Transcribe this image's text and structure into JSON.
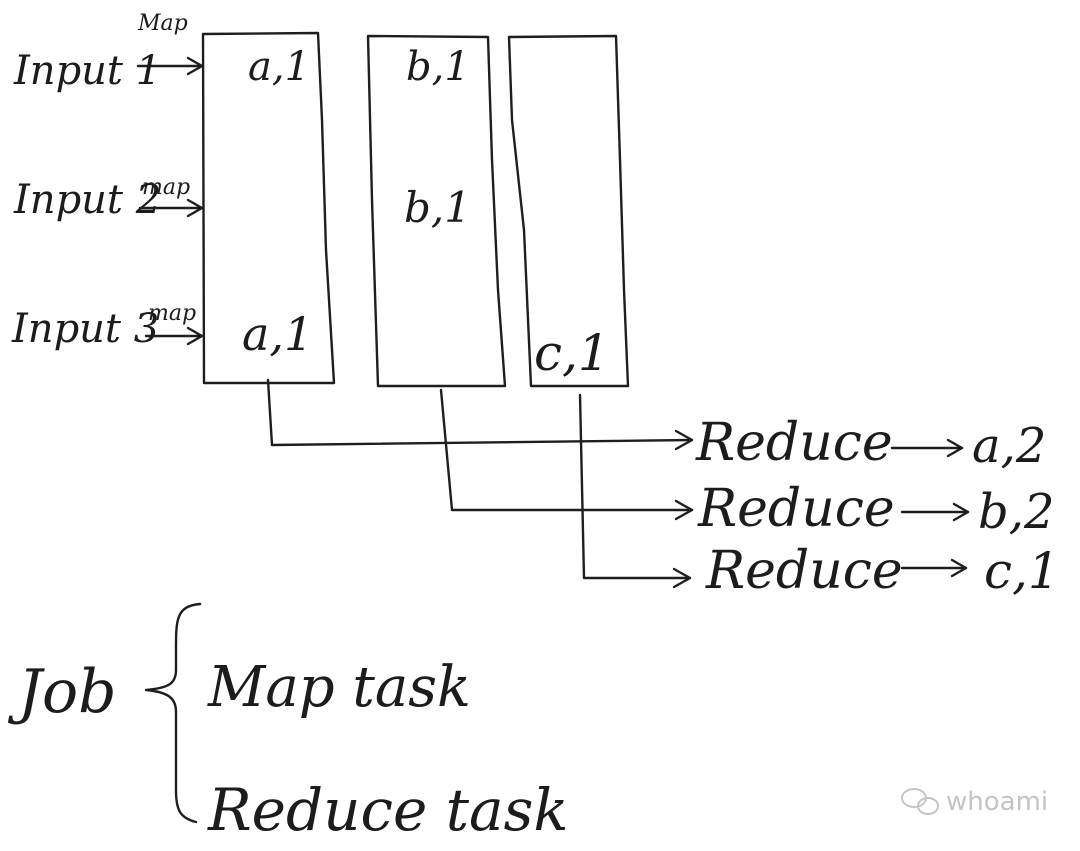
{
  "inputs": [
    {
      "label": "Input 1",
      "arrow_label": "Map"
    },
    {
      "label": "Input 2",
      "arrow_label": "map"
    },
    {
      "label": "Input 3",
      "arrow_label": "map"
    }
  ],
  "partitions": [
    {
      "cells": [
        "a,1",
        "",
        "a,1"
      ]
    },
    {
      "cells": [
        "b,1",
        "b,1",
        ""
      ]
    },
    {
      "cells": [
        "",
        "",
        "c,1"
      ]
    }
  ],
  "reducers": [
    {
      "label": "Reduce",
      "output": "a,2"
    },
    {
      "label": "Reduce",
      "output": "b,2"
    },
    {
      "label": "Reduce",
      "output": "c,1"
    }
  ],
  "job": {
    "label": "Job",
    "tasks": [
      "Map task",
      "Reduce task"
    ]
  },
  "watermark": {
    "text": "whoami"
  }
}
